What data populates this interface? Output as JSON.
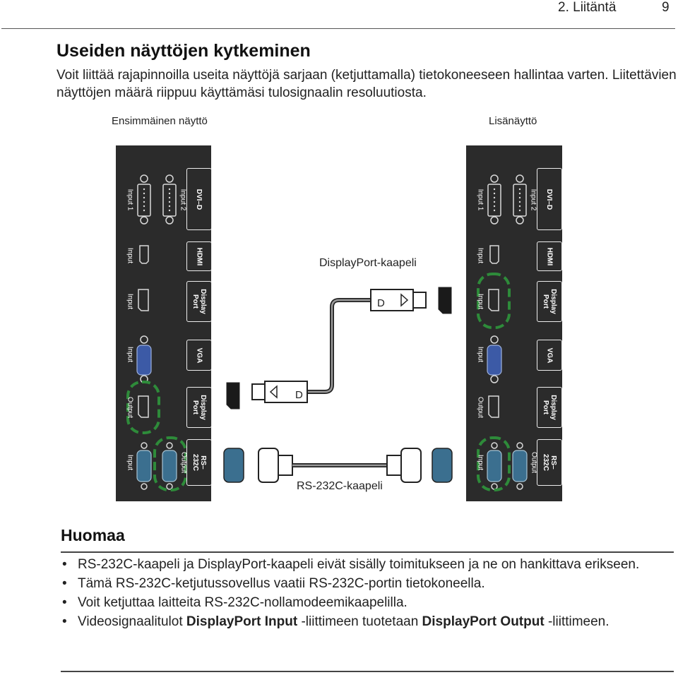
{
  "header": {
    "chapter": "2. Liitäntä",
    "page_number": "9"
  },
  "section": {
    "title": "Useiden näyttöjen kytkeminen",
    "intro": "Voit liittää rajapinnoilla useita näyttöjä sarjaan (ketjuttamalla) tietokoneeseen hallintaa varten. Liitettävien näyttöjen määrä riippuu käyttämäsi tulosignaalin resoluutiosta."
  },
  "figure": {
    "first_display_label": "Ensimmäinen näyttö",
    "extra_display_label": "Lisänäyttö",
    "displayport_cable_label": "DisplayPort-kaapeli",
    "rs232c_cable_label": "RS-232C-kaapeli",
    "panel": {
      "dvi_tag": "DVI–D",
      "hdmi_tag": "HDMI",
      "dp_tag": "Display\nPort",
      "vga_tag": "VGA",
      "rs_tag": "RS–232C",
      "input_1": "Input 1",
      "input_2": "Input 2",
      "input": "Input",
      "output": "Output"
    },
    "colors": {
      "panel": "#2b2b2b",
      "highlight": "#2e8b3a",
      "vga_port": "#3c5aa6",
      "rs232_port": "#3b6f8f"
    }
  },
  "notes": {
    "title": "Huomaa",
    "items": [
      {
        "text": "RS-232C-kaapeli ja DisplayPort-kaapeli eivät sisälly toimitukseen ja ne on hankittava erikseen."
      },
      {
        "text": "Tämä RS-232C-ketjutussovellus vaatii RS-232C-portin tietokoneella."
      },
      {
        "text": "Voit ketjuttaa laitteita RS-232C-nollamodeemikaapelilla."
      },
      {
        "before": "Videosignaalitulot ",
        "strong1": "DisplayPort Input",
        "middle": " -liittimeen tuotetaan ",
        "strong2": "DisplayPort Output",
        "after": " -liittimeen."
      }
    ]
  }
}
